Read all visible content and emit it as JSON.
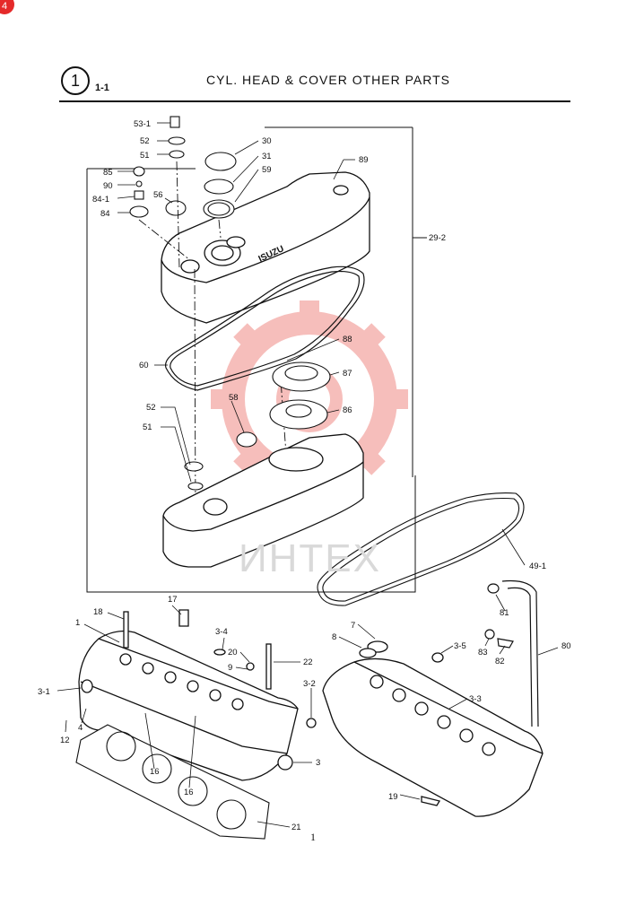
{
  "header": {
    "badge": "4",
    "section_number": "1",
    "sub_number": "1-1",
    "title": "CYL. HEAD & COVER OTHER PARTS"
  },
  "cover_logo": "ISUZU",
  "watermark": "ИНТЕХ",
  "page_number": "1",
  "callouts": [
    "53-1",
    "52",
    "51",
    "85",
    "90",
    "84-1",
    "84",
    "56",
    "30",
    "31",
    "59",
    "89",
    "29-2",
    "60",
    "88",
    "87",
    "86",
    "58",
    "52",
    "51",
    "49-1",
    "81",
    "83",
    "82",
    "80",
    "18",
    "17",
    "1",
    "3-4",
    "20",
    "9",
    "22",
    "3-1",
    "4",
    "12",
    "16",
    "16",
    "3",
    "21",
    "7",
    "8",
    "3-5",
    "3-2",
    "3-3",
    "19"
  ],
  "colors": {
    "ink": "#111111",
    "watermark_red": "#e8473f"
  }
}
